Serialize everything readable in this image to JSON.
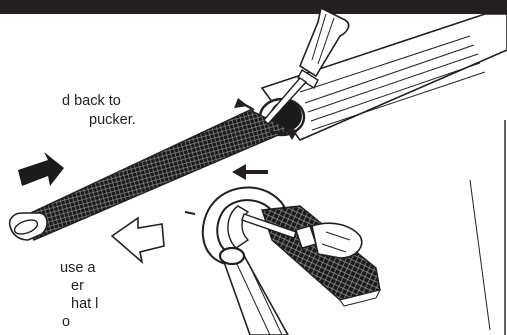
{
  "instruction_top": {
    "line1": "d back to",
    "line2": "pucker."
  },
  "instruction_bottom": {
    "line1": "use a",
    "line2": "er",
    "line3": "hat l",
    "line4": "o"
  },
  "colors": {
    "ink": "#231f20",
    "paper": "#ffffff",
    "braid_dark": "#1b1b1b",
    "tool_gray": "#cfcfcf"
  },
  "icons": [
    "screwdriver",
    "screwdriver",
    "arrow-right",
    "arrow-left",
    "hollow-arrow-left",
    "small-arrows"
  ]
}
